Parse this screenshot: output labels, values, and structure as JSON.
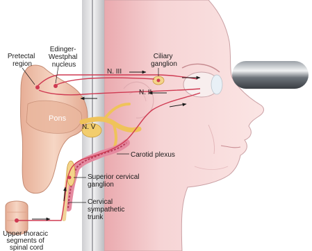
{
  "labels": {
    "pretectal_region": [
      "Pretectal",
      "region"
    ],
    "edinger_westphal": [
      "Edinger-",
      "Westphal",
      "nucleus"
    ],
    "ciliary_ganglion": [
      "Ciliary",
      "ganglion"
    ],
    "n3": "N. III",
    "n2": "N. II",
    "pons": "Pons",
    "n5": "N. V",
    "carotid_plexus": "Carotid plexus",
    "superior_cervical_ganglion": [
      "Superior cervical",
      "ganglion"
    ],
    "cervical_sympathetic_trunk": [
      "Cervical",
      "sympathetic",
      "trunk"
    ],
    "upper_thoracic_segments": [
      "Upper thoracic",
      "segments of",
      "spinal cord"
    ]
  },
  "colors": {
    "skin": "#f3cfd0",
    "skin_shadow": "#e4aeb2",
    "brainstem": "#f2c8b2",
    "brainstem_shadow": "#d99f86",
    "ganglion": "#f4d48a",
    "pathway": "#cf3a52",
    "nerve_yellow": "#efc35a",
    "bar": "#555b63",
    "text": "#1a1a1a"
  }
}
